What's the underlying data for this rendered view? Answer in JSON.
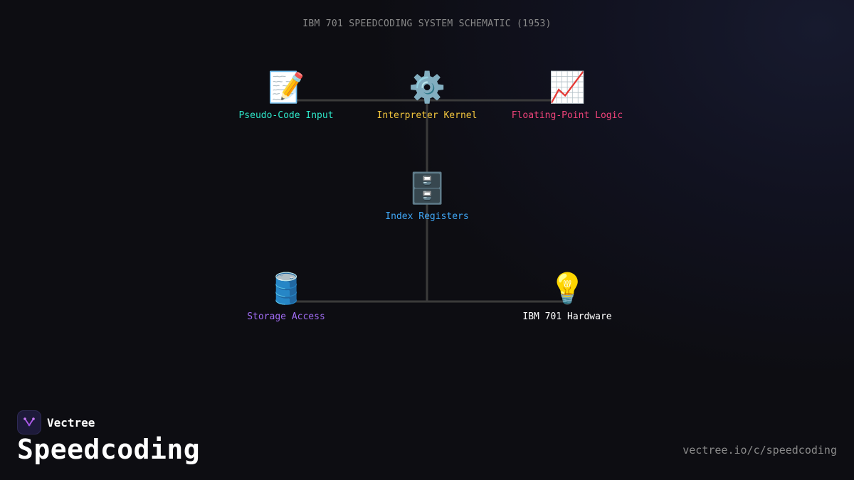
{
  "diagram": {
    "title": "IBM 701 SPEEDCODING SYSTEM SCHEMATIC (1953)",
    "line_color": "#3a3a3a",
    "nodes": [
      {
        "id": "pseudo",
        "label": "Pseudo-Code Input",
        "icon": "memo-icon",
        "glyph": "📝",
        "color": "#2ee6c9"
      },
      {
        "id": "interp",
        "label": "Interpreter Kernel",
        "icon": "gear-icon",
        "glyph": "⚙️",
        "color": "#f2c53d"
      },
      {
        "id": "float",
        "label": "Floating-Point Logic",
        "icon": "chart-increasing-icon",
        "glyph": "📈",
        "color": "#f0437a"
      },
      {
        "id": "index",
        "label": "Index Registers",
        "icon": "file-cabinet-icon",
        "glyph": "🗄️",
        "color": "#3fa6f5"
      },
      {
        "id": "storage",
        "label": "Storage Access",
        "icon": "oil-drum-icon",
        "glyph": "🛢️",
        "color": "#a06cf2"
      },
      {
        "id": "hardware",
        "label": "IBM 701 Hardware",
        "icon": "light-bulb-icon",
        "glyph": "💡",
        "color": "#ffffff"
      }
    ],
    "edges": [
      {
        "from": "pseudo",
        "to": "interp"
      },
      {
        "from": "interp",
        "to": "float"
      },
      {
        "from": "interp",
        "to": "index"
      },
      {
        "from": "index",
        "to": "storage"
      },
      {
        "from": "index",
        "to": "hardware"
      }
    ]
  },
  "footer": {
    "brand": "Vectree",
    "logo_icon": "vectree-logo-icon",
    "title": "Speedcoding",
    "url": "vectree.io/c/speedcoding"
  }
}
